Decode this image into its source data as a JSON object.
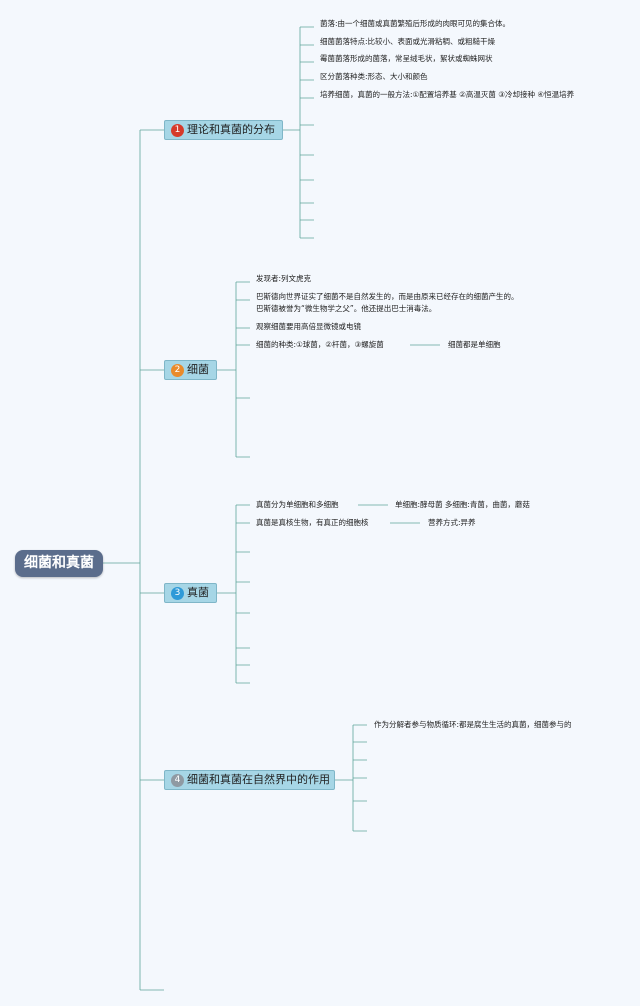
{
  "root": {
    "label": "细菌和真菌"
  },
  "branches": [
    {
      "number": "1",
      "badge_color": "#d63a2a",
      "label": "理论和真菌的分布",
      "items": [
        "菌落:由一个细菌或真菌繁殖后形成的肉眼可见的集合体。",
        "细菌菌落特点:比较小、表面或光滑粘稠、或粗糙干燥",
        "霉菌菌落形成的菌落，常呈绒毛状，絮状或蜘蛛网状",
        "区分菌落种类:形态、大小和颜色",
        "培养细菌，真菌的一般方法:①配置培养基 ②高温灭菌 ③冷却接种 ④恒温培养"
      ]
    },
    {
      "number": "2",
      "badge_color": "#ea8a2a",
      "label": "细菌",
      "items": [
        "发现者:列文虎克",
        "巴斯德向世界证实了细菌不是自然发生的，而是由原来已经存在的细菌产生的。",
        "巴斯德被誉为“微生物学之父”。他还提出巴士消毒法。",
        "观察细菌要用高倍显微镜或电镜",
        "细菌的种类:①球菌，②杆菌，③螺旋菌"
      ],
      "sub_items": [
        "细菌都是单细胞"
      ]
    },
    {
      "number": "3",
      "badge_color": "#2e9ad8",
      "label": "真菌",
      "items": [
        "真菌分为单细胞和多细胞",
        "真菌是真核生物，有真正的细胞核"
      ],
      "sub_items": [
        "单细胞:酵母菌 多细胞:青菌，曲菌，蘑菇",
        "营养方式:异养"
      ]
    },
    {
      "number": "4",
      "badge_color": "#8f9aa3",
      "label": "细菌和真菌在自然界中的作用",
      "items": [
        "作为分解者参与物质循环:都是腐生生活的真菌，细菌参与的"
      ]
    }
  ]
}
